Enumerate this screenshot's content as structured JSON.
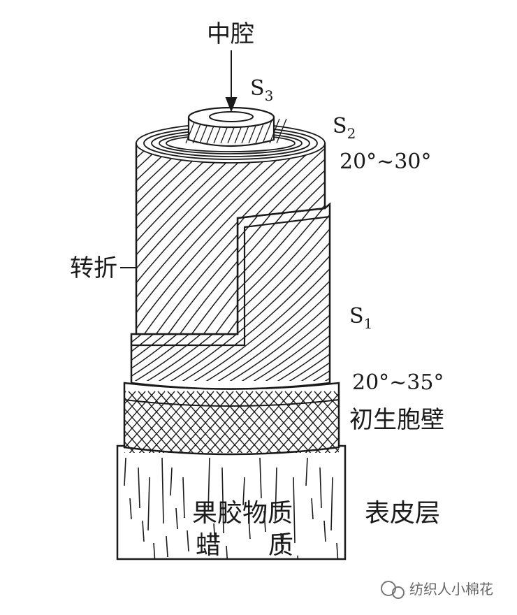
{
  "labels": {
    "lumen": "中腔",
    "s3": "S",
    "s3_sub": "3",
    "s2": "S",
    "s2_sub": "2",
    "s2_angle": "20°~30°",
    "reversal": "转折",
    "s1": "S",
    "s1_sub": "1",
    "s1_angle": "20°~35°",
    "primary_wall": "初生胞壁",
    "pectin": "果胶物质",
    "wax_left": "蜡",
    "wax_right": "质",
    "cuticle": "表皮层"
  },
  "watermark": {
    "text": "纺织人小棉花"
  },
  "colors": {
    "ink": "#1a1a1a",
    "background": "#ffffff"
  }
}
